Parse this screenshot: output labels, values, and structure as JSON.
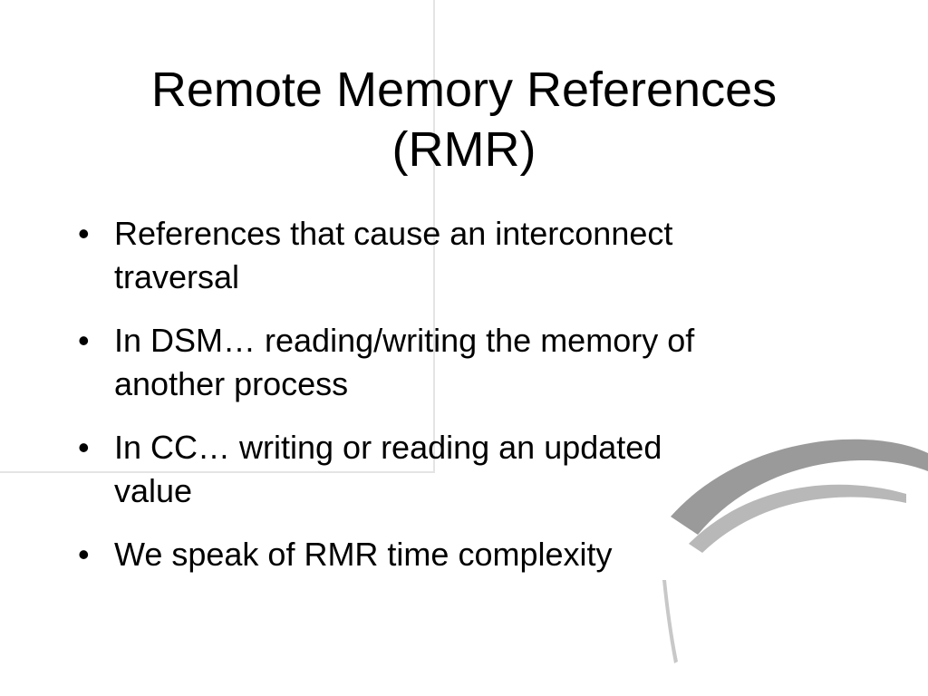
{
  "slide": {
    "title": {
      "line1": "Remote Memory References",
      "line2": "(RMR)"
    },
    "bullet_glyph": "•",
    "bullets": [
      {
        "line1": "References that cause an interconnect",
        "line2": "traversal"
      },
      {
        "line1": "In DSM… reading/writing the memory of",
        "line2": "another process"
      },
      {
        "line1": "In CC… writing or reading an updated",
        "line2": "value"
      },
      {
        "line1": "We speak of RMR time complexity",
        "line2": ""
      }
    ]
  }
}
